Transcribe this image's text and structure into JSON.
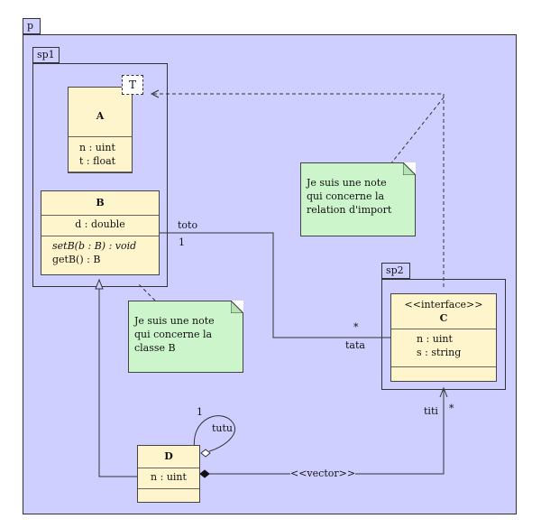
{
  "packages": {
    "p": {
      "label": "p"
    },
    "sp1": {
      "label": "sp1"
    },
    "sp2": {
      "label": "sp2"
    }
  },
  "classes": {
    "A": {
      "name": "A",
      "template": "T",
      "attributes": [
        "n : uint",
        "t : float"
      ]
    },
    "B": {
      "name": "B",
      "attributes": [
        "d : double"
      ],
      "operations": [
        "setB(b : B) : void",
        "getB() : B"
      ]
    },
    "C": {
      "stereotype": "<<interface>>",
      "name": "C",
      "attributes": [
        "n : uint",
        "s : string"
      ]
    },
    "D": {
      "name": "D",
      "attributes": [
        "n : uint"
      ]
    }
  },
  "notes": {
    "import_note": [
      "Je suis une note",
      "qui concerne la",
      "relation d'import"
    ],
    "class_b_note": [
      "Je suis une note",
      "qui concerne la",
      "classe B"
    ]
  },
  "relations": {
    "b_c": {
      "source_role": "toto",
      "source_multiplicity": "1",
      "target_multiplicity": "*",
      "target_role": "tata"
    },
    "d_self": {
      "multiplicity": "1",
      "role": "tutu"
    },
    "d_c": {
      "stereotype": "<<vector>>",
      "role": "titi",
      "multiplicity": "*"
    }
  }
}
